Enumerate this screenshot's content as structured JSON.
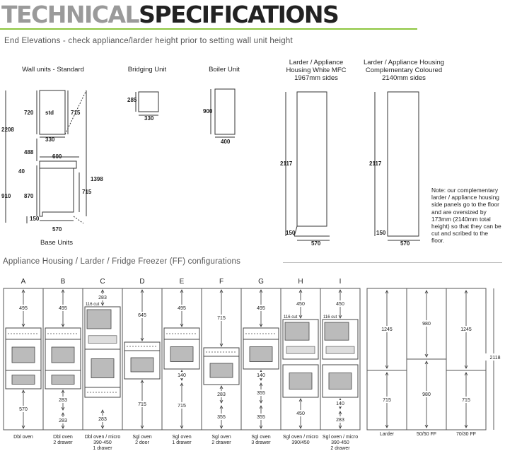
{
  "title": {
    "part1": "TECHNICAL",
    "part2": "SPECIFICATIONS"
  },
  "colors": {
    "accent_rule": "#8dc63f",
    "line": "#333333",
    "title_gray": "#9a9a9a"
  },
  "end_elevations": {
    "heading": "End Elevations - check appliance/larder height prior to setting wall unit height",
    "wall_units": {
      "label": "Wall units - Standard",
      "std": "std",
      "d720": "720",
      "d715": "715",
      "d2208": "2208",
      "d330": "330",
      "d488": "488",
      "d600": "600"
    },
    "base_units": {
      "label": "Base Units",
      "d40": "40",
      "d910": "910",
      "d870": "870",
      "d715": "715",
      "d1398": "1398",
      "d150": "150",
      "d570": "570"
    },
    "bridging_unit": {
      "label": "Bridging Unit",
      "h": "285",
      "w": "330"
    },
    "boiler_unit": {
      "label": "Boiler Unit",
      "h": "900",
      "w": "400"
    },
    "larder_white": {
      "label_lines": [
        "Larder / Appliance",
        "Housing White MFC",
        "1967mm sides"
      ],
      "h": "2117",
      "plinth": "150",
      "w": "570"
    },
    "larder_coloured": {
      "label_lines": [
        "Larder / Appliance Housing",
        "Complementary Coloured",
        "2140mm sides"
      ],
      "h": "2117",
      "plinth": "150",
      "w": "570"
    },
    "note": "Note: our complementary larder / appliance housing side panels go to the floor and are oversized by 173mm (2140mm total height) so that they can be cut and scribed to the floor."
  },
  "configs": {
    "heading": "Appliance Housing / Larder / Fridge Freezer (FF) configurations",
    "cut_label": "116 cut",
    "total_height": "2118",
    "columns": [
      {
        "letter": "A",
        "caption": [
          "Dbl oven"
        ],
        "dims": [
          "495",
          "570"
        ]
      },
      {
        "letter": "B",
        "caption": [
          "Dbl oven",
          "2 drawer"
        ],
        "dims": [
          "495",
          "283",
          "283"
        ]
      },
      {
        "letter": "C",
        "caption": [
          "Dbl oven / micro",
          "390-450",
          "1 drawer"
        ],
        "dims": [
          "283",
          "283"
        ]
      },
      {
        "letter": "D",
        "caption": [
          "Sgl oven",
          "2 door"
        ],
        "dims": [
          "645",
          "715"
        ]
      },
      {
        "letter": "E",
        "caption": [
          "Sgl oven",
          "1 drawer"
        ],
        "dims": [
          "495",
          "140",
          "715"
        ]
      },
      {
        "letter": "F",
        "caption": [
          "Sgl oven",
          "2 drawer"
        ],
        "dims": [
          "715",
          "283",
          "355"
        ]
      },
      {
        "letter": "G",
        "caption": [
          "Sgl oven",
          "3 drawer"
        ],
        "dims": [
          "495",
          "140",
          "355",
          "355"
        ]
      },
      {
        "letter": "H",
        "caption": [
          "Sgl oven / micro",
          "390/450"
        ],
        "dims": [
          "450",
          "450"
        ]
      },
      {
        "letter": "I",
        "caption": [
          "Sgl oven / micro",
          "390-450",
          "2 drawer"
        ],
        "dims": [
          "450",
          "140",
          "283"
        ]
      }
    ],
    "ff_columns": [
      {
        "caption": "Larder",
        "dims": [
          "1245",
          "715"
        ]
      },
      {
        "caption": "50/50 FF",
        "dims": [
          "980",
          "980"
        ]
      },
      {
        "caption": "70/30 FF",
        "dims": [
          "1245",
          "715"
        ]
      }
    ]
  }
}
